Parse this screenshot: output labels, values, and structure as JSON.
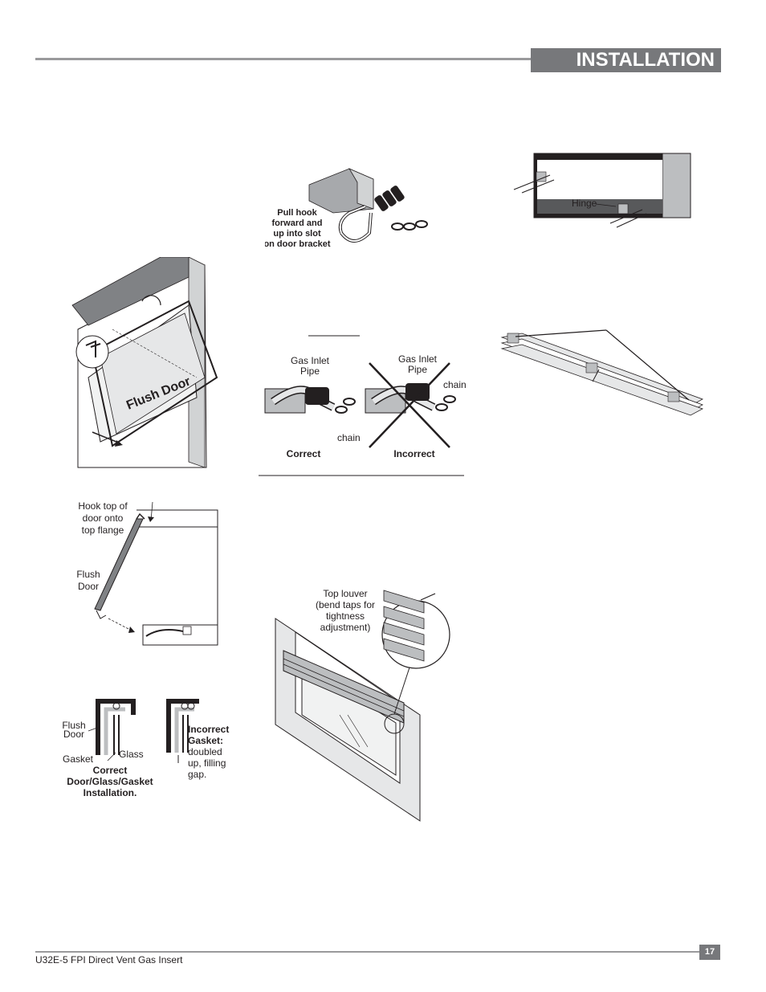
{
  "header": {
    "title": "INSTALLATION"
  },
  "figures": {
    "hook_detail": {
      "label": [
        "Pull hook",
        "forward and",
        "up into slot",
        "on door bracket"
      ]
    },
    "hinge": {
      "label": "Hinge"
    },
    "flush_door": {
      "label": "Flush Door"
    },
    "gas_pipe": {
      "correct_pipe_label": [
        "Gas Inlet",
        "Pipe"
      ],
      "incorrect_pipe_label": [
        "Gas Inlet",
        "Pipe"
      ],
      "chain_label_correct": "chain",
      "chain_label_incorrect": "chain",
      "correct": "Correct",
      "incorrect": "Incorrect"
    },
    "hook_top": {
      "label": [
        "Hook top of",
        "door onto",
        "top flange"
      ],
      "door_label": [
        "Flush",
        "Door"
      ]
    },
    "gasket": {
      "flush_door": [
        "Flush",
        "Door"
      ],
      "gasket": "Gasket",
      "glass": "Glass",
      "correct": [
        "Correct",
        "Door/Glass/Gasket",
        "Installation."
      ],
      "incorrect_title": [
        "Incorrect",
        "Gasket:"
      ],
      "incorrect_desc": [
        "doubled",
        "up, filling",
        "gap."
      ]
    },
    "louver": {
      "label": [
        "Top louver",
        "(bend taps for",
        "tightness",
        "adjustment)"
      ]
    }
  },
  "footer": {
    "document": "U32E-5 FPI Direct Vent Gas Insert",
    "page": "17"
  }
}
